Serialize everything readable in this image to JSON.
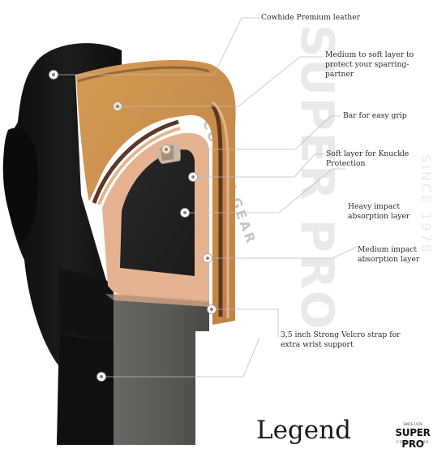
{
  "callouts": [
    {
      "id": "leather",
      "text": "Cowhide Premium leather"
    },
    {
      "id": "soft",
      "text": "Medium to soft layer to\nprotect your sparring-\npartner"
    },
    {
      "id": "bar",
      "text": "Bar for easy grip"
    },
    {
      "id": "knuckle",
      "text": "Soft layer for Knuckle\nProtection"
    },
    {
      "id": "heavy",
      "text": "Heavy impact\nabsorption layer"
    },
    {
      "id": "medium",
      "text": "Medium impact\nabsorption layer"
    },
    {
      "id": "velcro",
      "text": "3,5 inch Strong Velcro strap for\nextra wrist support"
    }
  ],
  "product_name": "Legend",
  "brand": {
    "name": "SUPER PRO",
    "top": "SINCE 1978",
    "sub": "COMBAT GEAR"
  },
  "watermark": {
    "brand": "SUPER PRO",
    "since": "SINCE 1978",
    "sub": "COMBAT GEAR"
  },
  "colors": {
    "glove_black": "#151515",
    "leather_tan": "#c98f4a",
    "padding_peach": "#e6b391",
    "layer_dark": "#5a3824",
    "strap_gray": "#5f5f5b",
    "line": "#bdbdbd"
  }
}
